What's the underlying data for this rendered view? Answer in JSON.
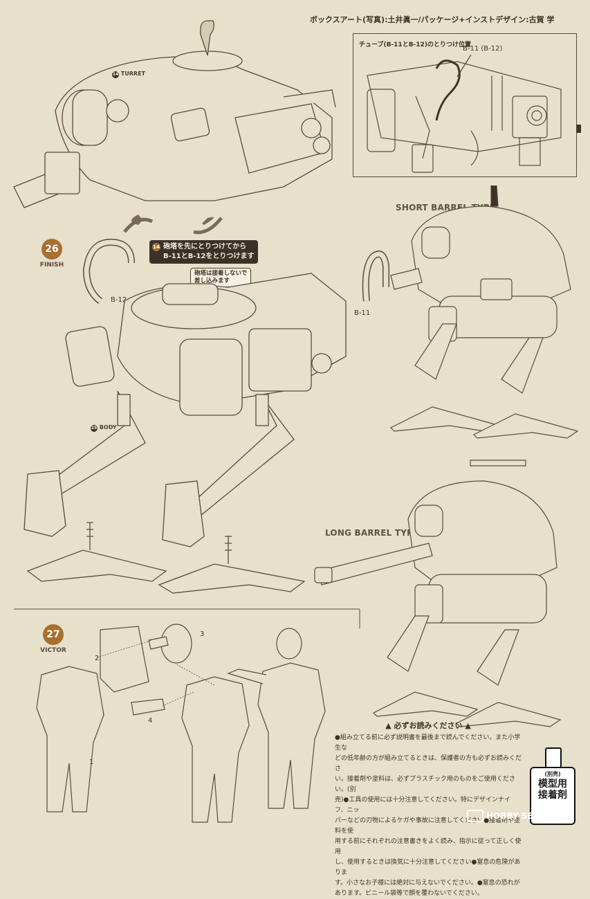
{
  "credits": "ボックスアート(写真):土井眞一/パッケージ+インストデザイン:古賀 学",
  "inset": {
    "caption": "チューブ(B-11とB-12)のとりつけ位置",
    "part_label": "B-11 (B-12)"
  },
  "labels": {
    "turret": "TURRET",
    "body": "BODY",
    "b12": "B-12",
    "b11": "B-11",
    "short_barrel": "SHORT BARREL TYPE",
    "long_barrel": "LONG BARREL TYPE",
    "steps": {
      "turret_ref": "14",
      "body_ref": "25"
    }
  },
  "steps": [
    {
      "number": "26",
      "title": "FINISH"
    },
    {
      "number": "27",
      "title": "VICTOR"
    }
  ],
  "callouts": {
    "main_number": "14",
    "main_line1": "砲塔を先にとりつけてから",
    "main_line2": "B-11とB-12をとりつけます",
    "note_line1": "砲塔は接着しないで",
    "note_line2": "差し込みます"
  },
  "figure_parts": [
    "1",
    "2",
    "3",
    "4"
  ],
  "warning": {
    "title": "▲ 必ずお読みください ▲",
    "lines": [
      "●組み立てる前に必ず説明書を最後まで読んでください。また小学生な",
      "どの低年齢の方が組み立てるときは、保護者の方も必ずお読みくださ",
      "い。接着剤や塗料は、必ずプラスチック用のものをご使用ください。(別",
      "売)●工具の使用には十分注意してください。特にデザインナイフ、ニッ",
      "パーなどの刃物によるケガや事故に注意してください●接着剤や塗料を使",
      "用する前にそれぞれの注意書きをよく読み、指示に従って正しく使用",
      "し、使用するときは換気に十分注意してください●窒息の危険がありま",
      "す。小さなお子様には絶対に与えないでください。●窒息の恐れが",
      "あります。ビニール袋等で顔を覆わないでください。"
    ]
  },
  "glue": {
    "note": "(別売)",
    "line1": "模型用",
    "line2": "接着剤"
  },
  "watermark": "HOBBY SEARCH",
  "colors": {
    "paper": "#e7e0cb",
    "line": "#5a4a3a",
    "accent": "#a86f2f",
    "dark": "#3c3129"
  }
}
